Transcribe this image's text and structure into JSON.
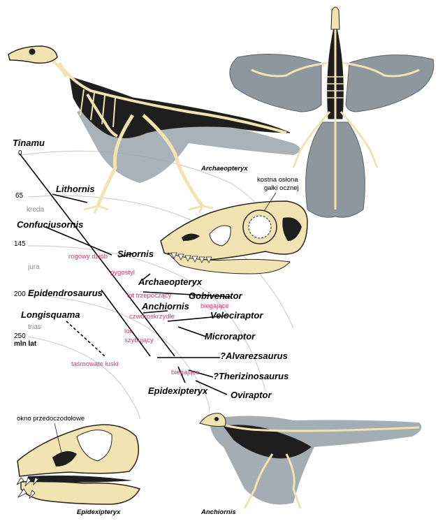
{
  "time_axis": {
    "ticks": [
      "0",
      "65",
      "145",
      "200",
      "250"
    ],
    "unit_label": "mln lat",
    "periods": [
      "kreda",
      "jura",
      "trias"
    ]
  },
  "taxa": {
    "tinamu": "Tinamu",
    "lithornis": "Lithornis",
    "confuciusornis": "Confuciusornis",
    "sinornis": "Sinornis",
    "archaeopteryx": "Archaeopteryx",
    "gobivenator": "Gobivenator",
    "anchiornis": "Anchiornis",
    "velociraptor": "Velociraptor",
    "microraptor": "Microraptor",
    "alvarezsaurus": "?Alvarezsaurus",
    "therizinosaurus": "?Therizinosaurus",
    "epidexipteryx": "Epidexipteryx",
    "oviraptor": "Oviraptor",
    "epidendrosaurus": "Epidendrosaurus",
    "longisquama": "Longisquama"
  },
  "traits": {
    "rogowy_dziob": "rogowy dziób",
    "pygostyl": "pygostyl",
    "lot_trzepoczacy": "lot trzepoczący",
    "czworoskrzydle": "czworoskrzydłe",
    "lot_szybujacy_1": "lot",
    "lot_szybujacy_2": "szybujący",
    "biegajace_1": "biegające",
    "biegajace_2": "biegające",
    "tasmowate_luski": "taśmowate łuski"
  },
  "captions": {
    "archaeopteryx_skeleton": "Archaeopteryx",
    "epidexipteryx_skull": "Epidexipteryx",
    "anchiornis_skeleton": "Anchiornis"
  },
  "annotations": {
    "eye_ring_1": "kostna osłona",
    "eye_ring_2": "gałki ocznej",
    "antorbital": "okno przedoczodołowe"
  },
  "colors": {
    "bone": "#f2e3b2",
    "bone_outline": "#2a2418",
    "shadow": "#9aa4ab",
    "feather": "#8e979e",
    "trait_text": "#e0307a",
    "arc": "#c8c8c8"
  }
}
